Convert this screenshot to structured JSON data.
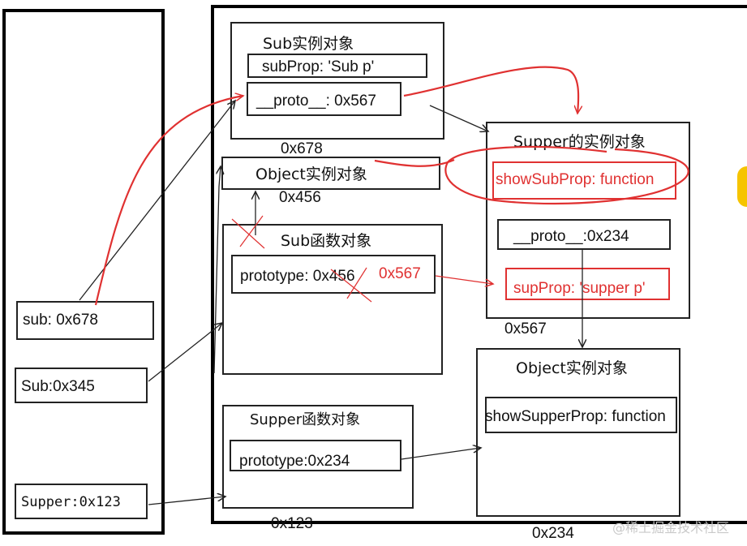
{
  "stack": {
    "sub_var": "sub: 0x678",
    "Sub_var": "Sub:0x345",
    "Supper_var": "Supper:0x123"
  },
  "heap": {
    "sub_instance": {
      "title": "Sub实例对象",
      "prop": "subProp: 'Sub p'",
      "proto": "__proto__: 0x567",
      "addr": "0x678"
    },
    "object_instance_top": {
      "title": "Object实例对象",
      "addr": "0x456"
    },
    "sub_function": {
      "title": "Sub函数对象",
      "prototype": "prototype: 0x456",
      "new_addr": "0x567"
    },
    "supper_function": {
      "title": "Supper函数对象",
      "prototype": "prototype:0x234",
      "addr": "0x123"
    },
    "supper_instance": {
      "title": "Supper的实例对象",
      "method": "showSubProp: function",
      "proto": "__proto__:0x234",
      "prop": "supProp: 'supper p'",
      "addr": "0x567"
    },
    "object_instance_bottom": {
      "title": "Object实例对象",
      "method": "showSupperProp: function",
      "addr": "0x234"
    }
  },
  "watermark": "@稀土掘金技术社区",
  "colors": {
    "annotation": "#e03131",
    "ink": "#222222"
  }
}
